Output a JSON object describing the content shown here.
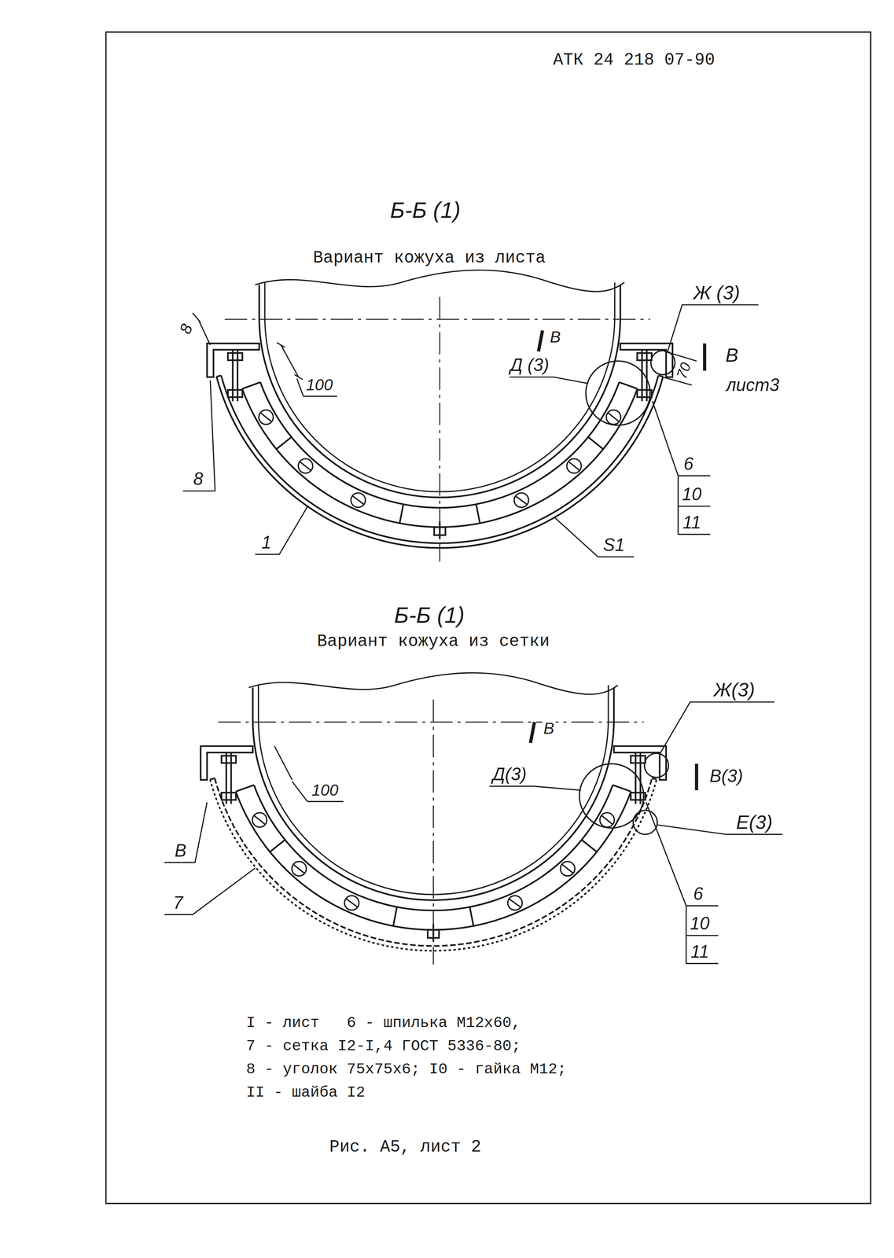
{
  "diagram": {
    "caption": "Рис. А5, лист 2",
    "labels": [
      "АТК 24 218 07-90",
      "Б-Б (1)",
      "Вариант кожуха из листа",
      "Ж (3)",
      "В",
      "Д (3)",
      "В",
      "лист3",
      "100",
      "70",
      "8",
      "8",
      "6",
      "10",
      "11",
      "1",
      "S1",
      "Б-Б (1)",
      "Вариант кожуха из сетки",
      "Ж(3)",
      "В",
      "Д(3)",
      "В(3)",
      "Е(3)",
      "100",
      "В",
      "7",
      "6",
      "10",
      "11",
      "I - лист   6 - шпилька М12х60,",
      "7 - сетка I2-I,4 ГОСТ 5336-80;",
      "8 - уголок 75х75х6; I0 - гайка М12;",
      "II - шайба I2"
    ]
  }
}
